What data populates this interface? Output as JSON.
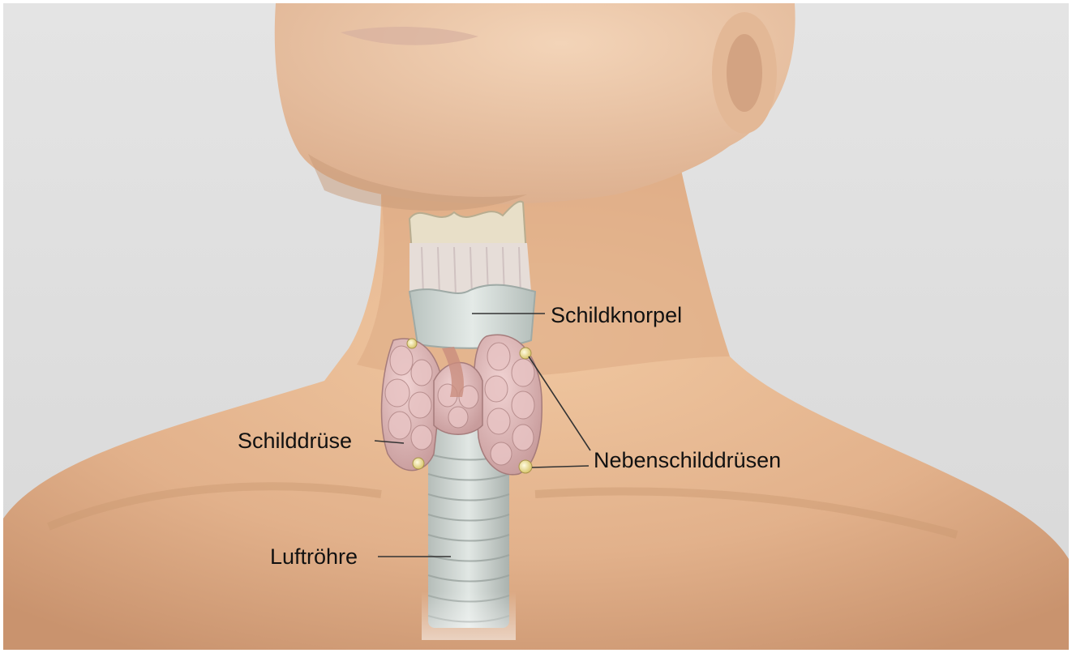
{
  "labels": {
    "schildknorpel": "Schildknorpel",
    "schilddruese": "Schilddrüse",
    "nebenschilddruesen": "Nebenschilddrüsen",
    "luftroehre": "Luftröhre"
  },
  "colors": {
    "background": "#e2e2e2",
    "skin": "#e2b48f",
    "thyroid": "#d9b1b1",
    "cartilage": "#ccd5d2",
    "trachea": "#c9d1cd",
    "parathyroid": "#f2e6a6",
    "leader_line": "#333333"
  }
}
